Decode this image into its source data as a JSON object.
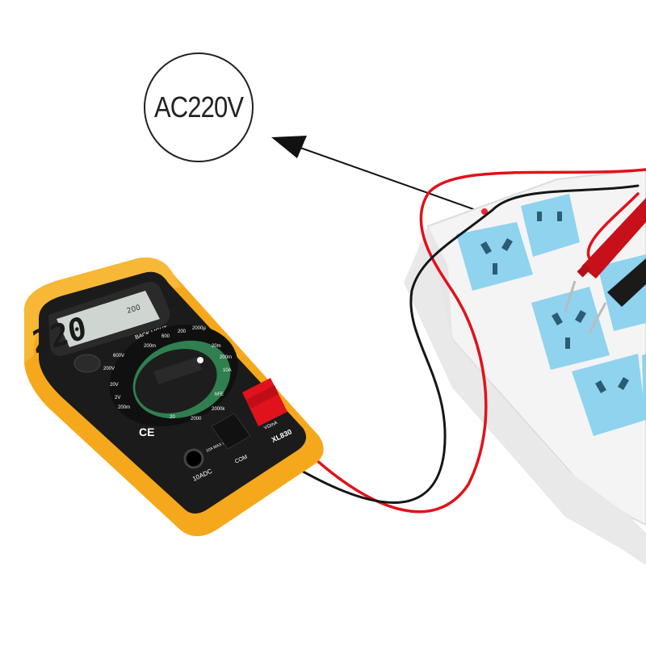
{
  "callout": {
    "label": "AC220V"
  },
  "multimeter": {
    "display_reading": "220",
    "display_range": "200",
    "model": "XL830",
    "backlight_label": "BACK LIGHT",
    "range_labels": [
      "600V",
      "200V",
      "20V",
      "2V",
      "200m",
      "200m",
      "2000µ",
      "20m",
      "200m",
      "10A",
      "600",
      "200",
      "hFE",
      "20",
      "2000k",
      "2000"
    ],
    "jack_labels": [
      "10ADC",
      "COM",
      "VΩmA"
    ],
    "warning_label": "10A MAX unfused"
  },
  "colors": {
    "case": "#f5a81c",
    "panel": "#1b1b1b",
    "lcd": "#cfd6d2",
    "dial_ring": "#2f7f4f",
    "lead_red": "#e0121b",
    "lead_black": "#161616",
    "strip": "#f3f3f3",
    "socket": "#8fd3ee"
  },
  "power_strip": {
    "socket_count": 6
  }
}
